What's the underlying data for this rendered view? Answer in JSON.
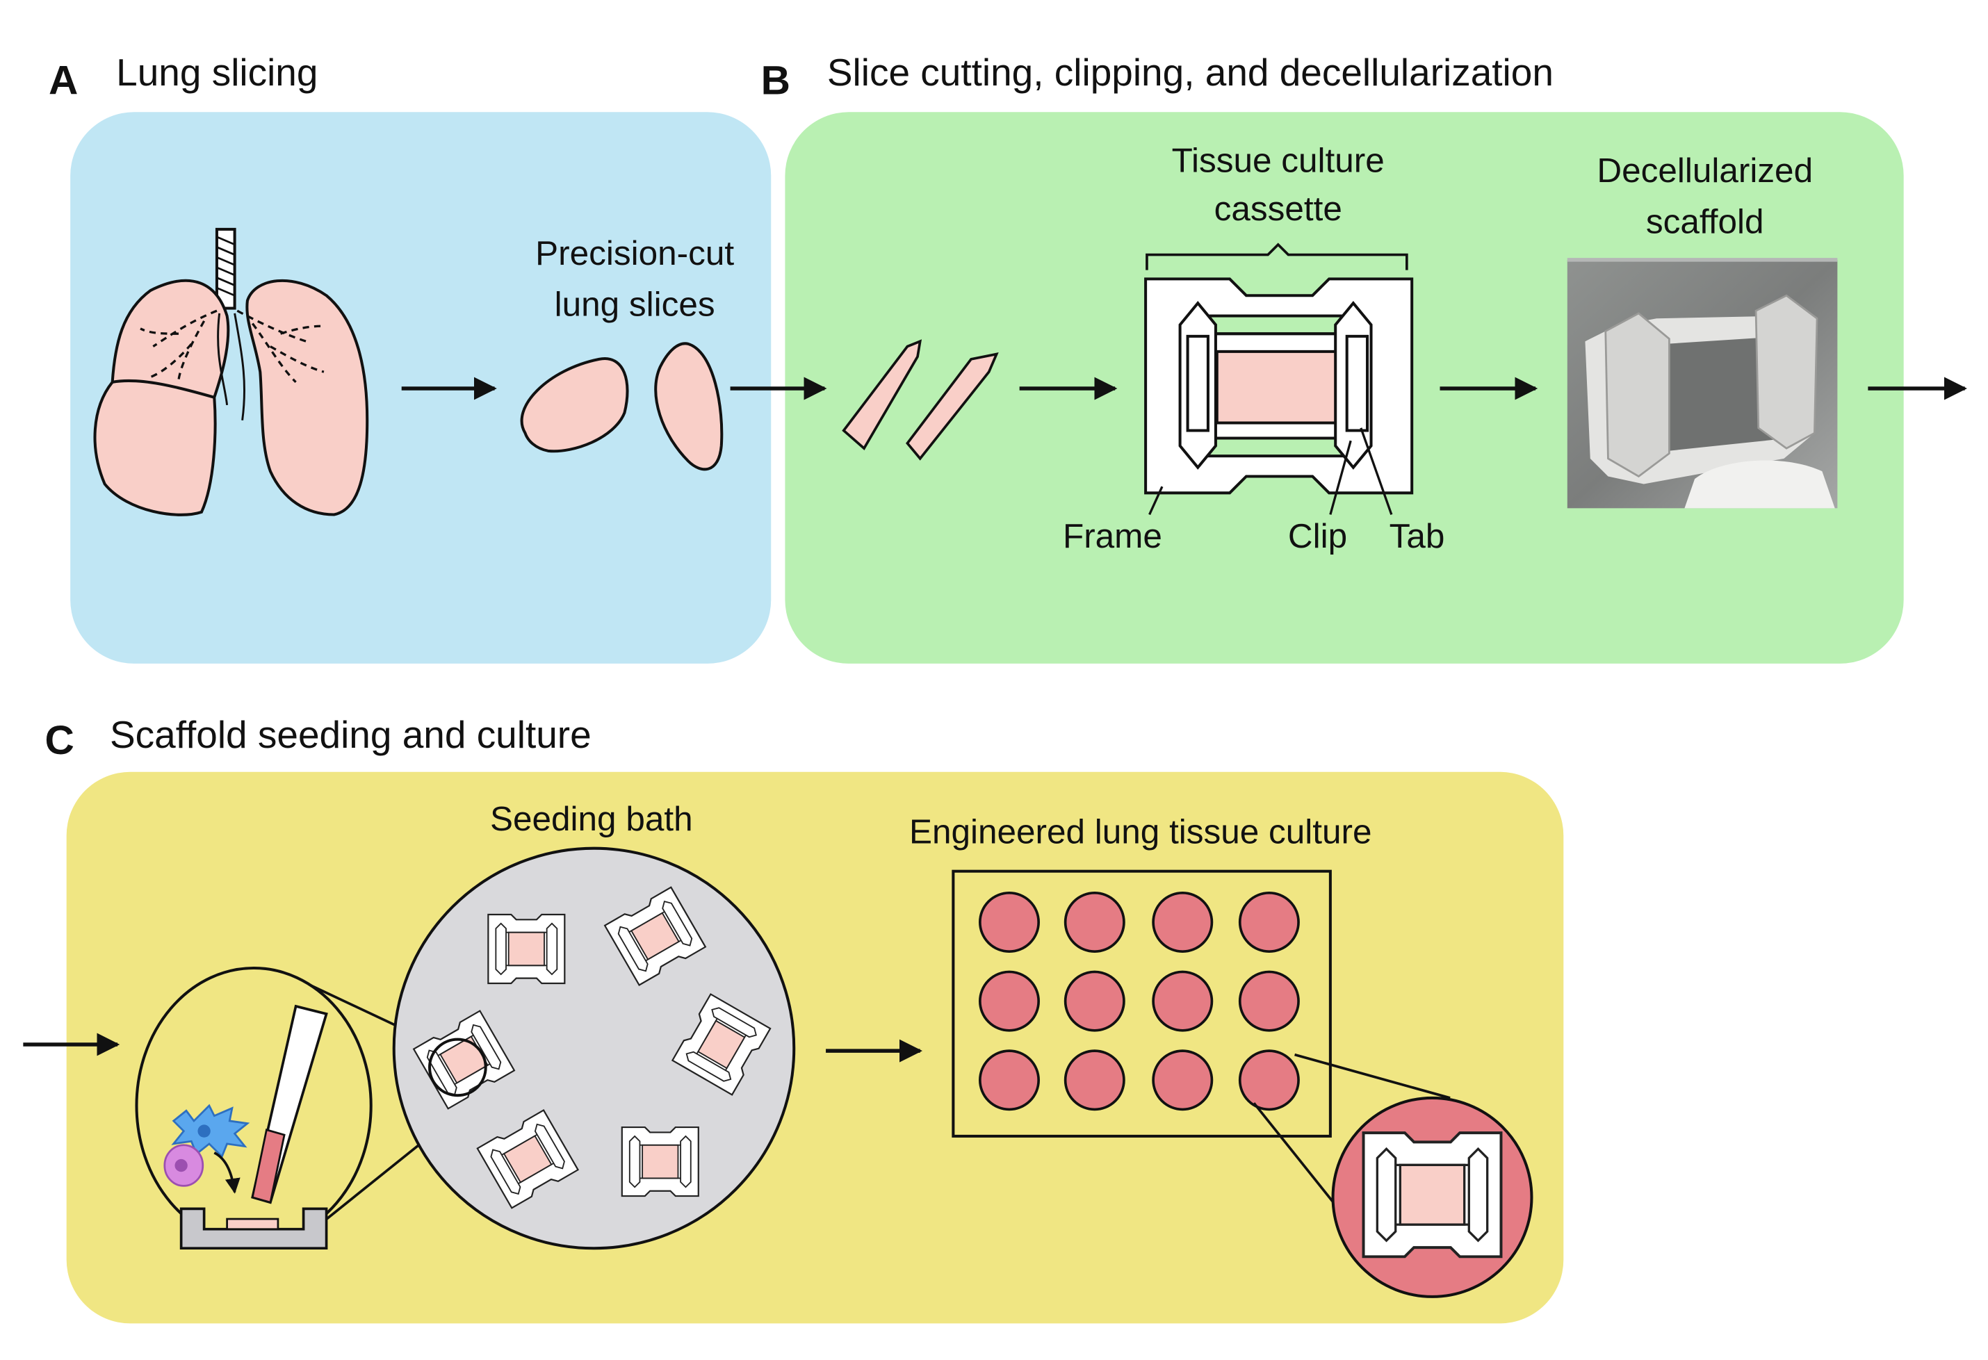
{
  "colors": {
    "panel_a_bg": "#c0e6f4",
    "panel_b_bg": "#b9f0b2",
    "panel_c_bg": "#f0e683",
    "tissue_pink": "#f9cfc8",
    "well_red": "#e57c84",
    "bath_gray": "#d9d9dc",
    "cell_blue": "#5aa7ee",
    "cell_purple": "#d88ae0"
  },
  "panel_a": {
    "letter": "A",
    "title": "Lung slicing",
    "slices_label_line1": "Precision-cut",
    "slices_label_line2": "lung slices"
  },
  "panel_b": {
    "letter": "B",
    "title": "Slice cutting, clipping, and decellularization",
    "cassette_label_line1": "Tissue culture",
    "cassette_label_line2": "cassette",
    "frame_label": "Frame",
    "clip_label": "Clip",
    "tab_label": "Tab",
    "scaffold_label_line1": "Decellularized",
    "scaffold_label_line2": "scaffold"
  },
  "panel_c": {
    "letter": "C",
    "title": "Scaffold seeding and culture",
    "bath_label": "Seeding bath",
    "culture_label": "Engineered lung tissue culture"
  },
  "icons": [
    "lung-icon",
    "trachea-icon",
    "arrow-icon",
    "cassette-icon",
    "pipette-icon",
    "cell-icon",
    "well-plate-icon"
  ]
}
